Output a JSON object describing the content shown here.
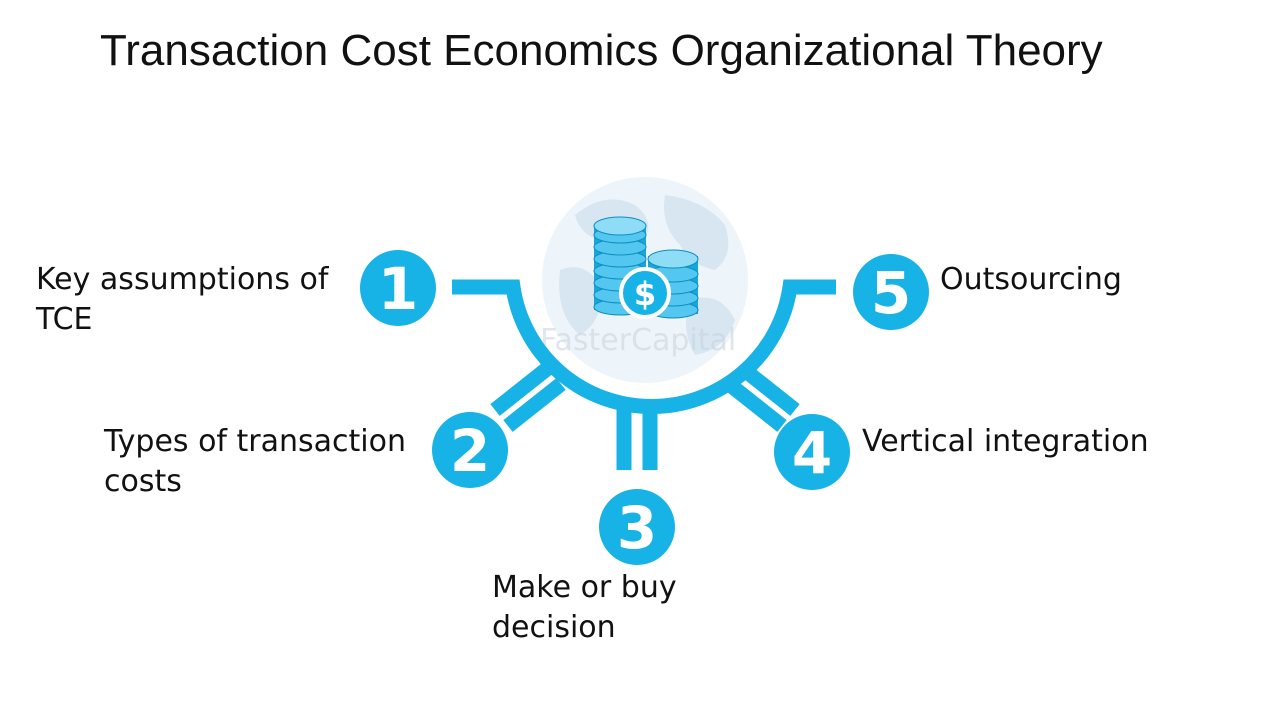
{
  "title": "Transaction Cost Economics Organizational Theory",
  "accent_color": "#17b2e6",
  "hub": {
    "icon": "globe-with-dollar-coins-icon",
    "watermark": "FasterCapital"
  },
  "steps": [
    {
      "number": "1",
      "lines": [
        "Key assumptions of",
        "TCE"
      ]
    },
    {
      "number": "2",
      "lines": [
        "Types of transaction",
        "costs"
      ]
    },
    {
      "number": "3",
      "lines": [
        "Make or buy",
        "decision"
      ]
    },
    {
      "number": "4",
      "lines": [
        "Vertical integration"
      ]
    },
    {
      "number": "5",
      "lines": [
        "Outsourcing"
      ]
    }
  ]
}
